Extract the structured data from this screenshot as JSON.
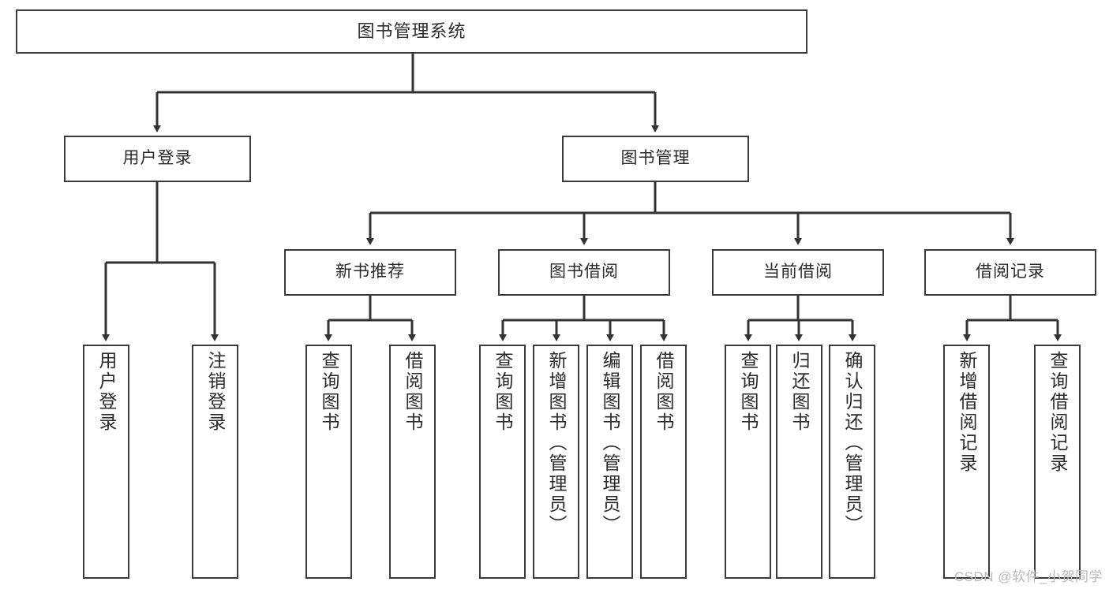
{
  "diagram": {
    "title": "图书管理系统",
    "type": "functional-structure-tree",
    "watermark": "CSDN @软件_小贺同学",
    "colors": {
      "box_border": "#3a3a3a",
      "box_fill": "#ffffff",
      "connector": "#333333",
      "text": "#2b2b2b",
      "watermark": "#b9b9b9",
      "background": "#ffffff"
    },
    "root": {
      "label": "图书管理系统",
      "orientation": "horizontal"
    },
    "level2": [
      {
        "label": "用户登录",
        "orientation": "horizontal"
      },
      {
        "label": "图书管理",
        "orientation": "horizontal"
      }
    ],
    "level3": [
      {
        "label": "新书推荐",
        "orientation": "horizontal"
      },
      {
        "label": "图书借阅",
        "orientation": "horizontal"
      },
      {
        "label": "当前借阅",
        "orientation": "horizontal"
      },
      {
        "label": "借阅记录",
        "orientation": "horizontal"
      }
    ],
    "leaves_user_login": [
      {
        "label": "用户登录",
        "orientation": "vertical"
      },
      {
        "label": "注销登录",
        "orientation": "vertical"
      }
    ],
    "leaves_new_book": [
      {
        "label": "查询图书",
        "orientation": "vertical"
      },
      {
        "label": "借阅图书",
        "orientation": "vertical"
      }
    ],
    "leaves_borrow": [
      {
        "label": "查询图书",
        "orientation": "vertical"
      },
      {
        "label": "新增图书（管理员）",
        "orientation": "vertical"
      },
      {
        "label": "编辑图书（管理员）",
        "orientation": "vertical"
      },
      {
        "label": "借阅图书",
        "orientation": "vertical"
      }
    ],
    "leaves_current": [
      {
        "label": "查询图书",
        "orientation": "vertical"
      },
      {
        "label": "归还图书",
        "orientation": "vertical"
      },
      {
        "label": "确认归还（管理员）",
        "orientation": "vertical"
      }
    ],
    "leaves_records": [
      {
        "label": "新增借阅记录",
        "orientation": "vertical"
      },
      {
        "label": "查询借阅记录",
        "orientation": "vertical"
      }
    ]
  }
}
